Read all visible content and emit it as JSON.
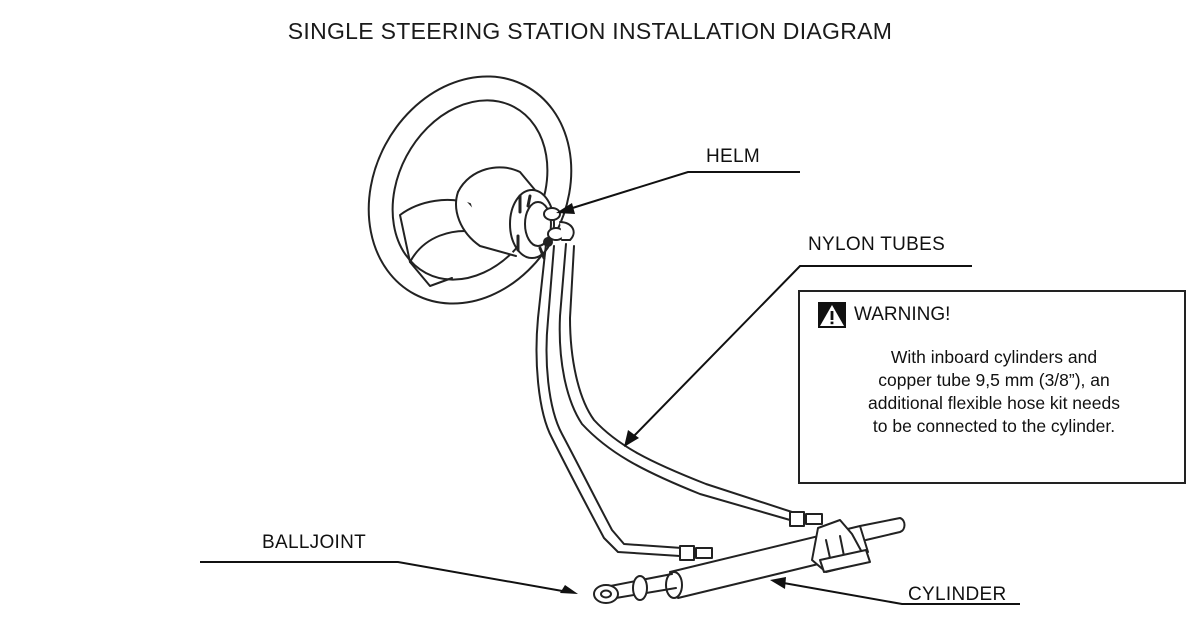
{
  "title": "SINGLE STEERING STATION INSTALLATION DIAGRAM",
  "labels": {
    "helm": "HELM",
    "nylon_tubes": "NYLON TUBES",
    "balljoint": "BALLJOINT",
    "cylinder": "CYLINDER"
  },
  "warning": {
    "icon": "warning-triangle-icon",
    "heading": "WARNING!",
    "lines": [
      "With inboard cylinders and",
      "copper tube 9,5 mm (3/8”), an",
      "additional flexible hose kit needs",
      "to be connected to the cylinder."
    ]
  },
  "colors": {
    "line": "#111111",
    "background": "#ffffff"
  }
}
